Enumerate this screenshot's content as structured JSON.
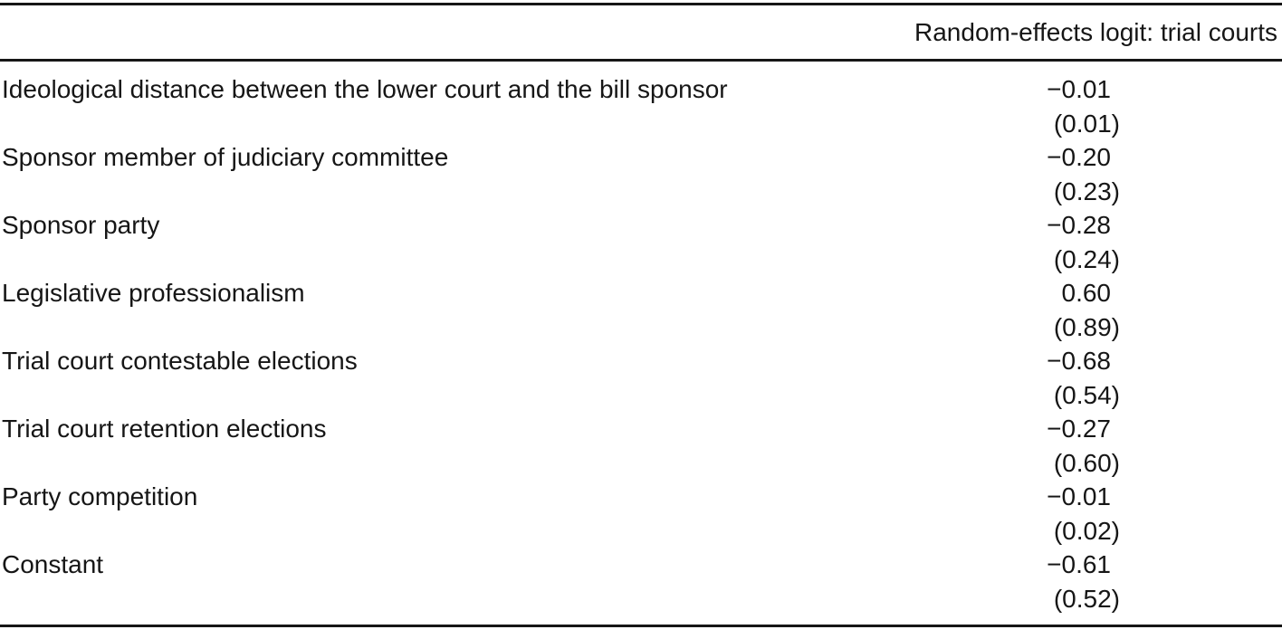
{
  "table": {
    "column_header": "Random-effects logit: trial courts",
    "rows": [
      {
        "label": "Ideological distance between the lower court and the bill sponsor",
        "coefficient": "−0.01",
        "se": "(0.01)"
      },
      {
        "label": "Sponsor member of judiciary committee",
        "coefficient": "−0.20",
        "se": "(0.23)"
      },
      {
        "label": "Sponsor party",
        "coefficient": "−0.28",
        "se": "(0.24)"
      },
      {
        "label": "Legislative professionalism",
        "coefficient": "0.60",
        "se": "(0.89)"
      },
      {
        "label": "Trial court contestable elections",
        "coefficient": "−0.68",
        "se": "(0.54)"
      },
      {
        "label": "Trial court retention elections",
        "coefficient": "−0.27",
        "se": "(0.60)"
      },
      {
        "label": "Party competition",
        "coefficient": "−0.01",
        "se": "(0.02)"
      },
      {
        "label": "Constant",
        "coefficient": "−0.61",
        "se": "(0.52)"
      }
    ],
    "colors": {
      "text": "#161616",
      "rule": "#161616",
      "background": "#ffffff"
    }
  }
}
